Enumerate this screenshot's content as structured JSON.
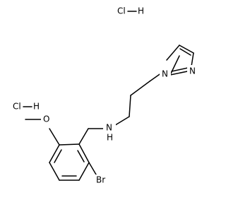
{
  "molecule": {
    "salt_labels": [
      {
        "id": "hcl-top",
        "left": "Cl",
        "right": "H"
      },
      {
        "id": "hcl-left",
        "left": "Cl",
        "right": "H"
      }
    ],
    "atoms": {
      "n_imidazole_1": "N",
      "n_imidazole_3": "N",
      "n_amine": "N",
      "h_amine": "H",
      "o_methoxy": "O",
      "br": "Br"
    },
    "colors": {
      "bond": "#000000",
      "atom": "#000000"
    }
  }
}
